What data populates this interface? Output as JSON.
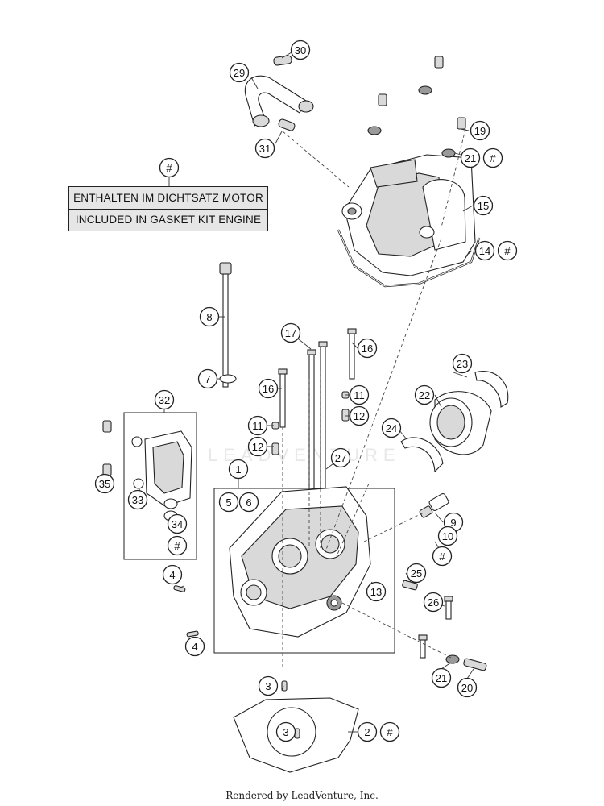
{
  "diagram": {
    "gasket_note": {
      "marker": "#",
      "line_de": "ENTHALTEN IM DICHTSATZ MOTOR",
      "line_en": "INCLUDED IN GASKET KIT ENGINE"
    },
    "callouts": [
      {
        "id": "c1",
        "label": "1"
      },
      {
        "id": "c2",
        "label": "2"
      },
      {
        "id": "c2h",
        "label": "#"
      },
      {
        "id": "c3a",
        "label": "3"
      },
      {
        "id": "c3b",
        "label": "3"
      },
      {
        "id": "c4a",
        "label": "4"
      },
      {
        "id": "c4b",
        "label": "4"
      },
      {
        "id": "c5",
        "label": "5"
      },
      {
        "id": "c6",
        "label": "6"
      },
      {
        "id": "c7",
        "label": "7"
      },
      {
        "id": "c8",
        "label": "8"
      },
      {
        "id": "c9",
        "label": "9"
      },
      {
        "id": "c10",
        "label": "10"
      },
      {
        "id": "c10h",
        "label": "#"
      },
      {
        "id": "c11a",
        "label": "11"
      },
      {
        "id": "c11b",
        "label": "11"
      },
      {
        "id": "c12a",
        "label": "12"
      },
      {
        "id": "c12b",
        "label": "12"
      },
      {
        "id": "c13",
        "label": "13"
      },
      {
        "id": "c14",
        "label": "14"
      },
      {
        "id": "c14h",
        "label": "#"
      },
      {
        "id": "c15",
        "label": "15"
      },
      {
        "id": "c16a",
        "label": "16"
      },
      {
        "id": "c16b",
        "label": "16"
      },
      {
        "id": "c17",
        "label": "17"
      },
      {
        "id": "c19",
        "label": "19"
      },
      {
        "id": "c20",
        "label": "20"
      },
      {
        "id": "c21a",
        "label": "21"
      },
      {
        "id": "c21ah",
        "label": "#"
      },
      {
        "id": "c21b",
        "label": "21"
      },
      {
        "id": "c22",
        "label": "22"
      },
      {
        "id": "c23",
        "label": "23"
      },
      {
        "id": "c24",
        "label": "24"
      },
      {
        "id": "c25",
        "label": "25"
      },
      {
        "id": "c26",
        "label": "26"
      },
      {
        "id": "c27",
        "label": "27"
      },
      {
        "id": "c29",
        "label": "29"
      },
      {
        "id": "c30",
        "label": "30"
      },
      {
        "id": "c31",
        "label": "31"
      },
      {
        "id": "c32",
        "label": "32"
      },
      {
        "id": "c33",
        "label": "33"
      },
      {
        "id": "c34",
        "label": "34"
      },
      {
        "id": "c34h",
        "label": "#"
      },
      {
        "id": "c35",
        "label": "35"
      },
      {
        "id": "cnote",
        "label": "#"
      }
    ]
  },
  "watermark": "LEADVENTURE",
  "footer": "Rendered by LeadVenture, Inc."
}
